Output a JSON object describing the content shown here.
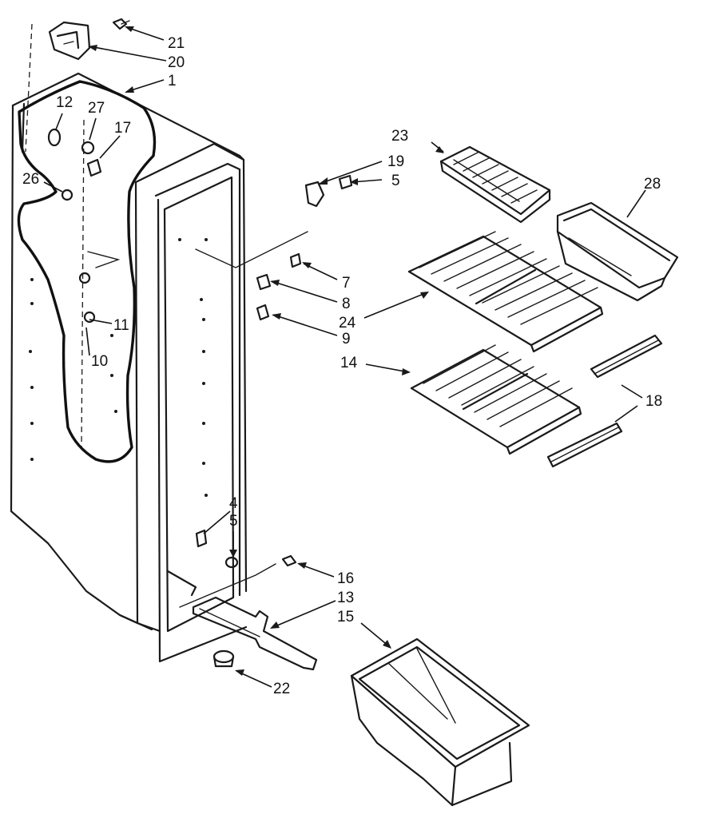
{
  "diagram": {
    "callouts": [
      {
        "id": "c21",
        "text": "21"
      },
      {
        "id": "c20",
        "text": "20"
      },
      {
        "id": "c1",
        "text": "1"
      },
      {
        "id": "c12",
        "text": "12"
      },
      {
        "id": "c27",
        "text": "27"
      },
      {
        "id": "c17",
        "text": "17"
      },
      {
        "id": "c26",
        "text": "26"
      },
      {
        "id": "c11",
        "text": "11"
      },
      {
        "id": "c10",
        "text": "10"
      },
      {
        "id": "c23",
        "text": "23"
      },
      {
        "id": "c19",
        "text": "19"
      },
      {
        "id": "c5a",
        "text": "5"
      },
      {
        "id": "c28",
        "text": "28"
      },
      {
        "id": "c7",
        "text": "7"
      },
      {
        "id": "c8",
        "text": "8"
      },
      {
        "id": "c24",
        "text": "24"
      },
      {
        "id": "c9",
        "text": "9"
      },
      {
        "id": "c14",
        "text": "14"
      },
      {
        "id": "c18",
        "text": "18"
      },
      {
        "id": "c4",
        "text": "4"
      },
      {
        "id": "c5b",
        "text": "5"
      },
      {
        "id": "c16",
        "text": "16"
      },
      {
        "id": "c13",
        "text": "13"
      },
      {
        "id": "c15",
        "text": "15"
      },
      {
        "id": "c22",
        "text": "22"
      }
    ]
  }
}
